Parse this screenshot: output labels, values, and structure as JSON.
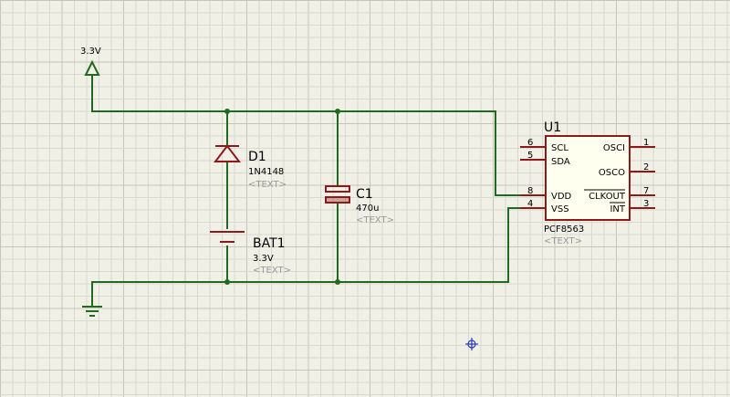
{
  "colors": {
    "background": "#f0f0e6",
    "grid_minor": "#d9d9cf",
    "grid_major": "#c4c4b8",
    "wire": "#1f6a1f",
    "component": "#8b1a1a",
    "chip_body": "#fffff0",
    "cursor": "#2a3ab8"
  },
  "power": {
    "label": "3.3V"
  },
  "ground": {
    "icon": "ground-icon"
  },
  "diode": {
    "ref": "D1",
    "value": "1N4148",
    "text": "<TEXT>"
  },
  "battery": {
    "ref": "BAT1",
    "value": "3.3V",
    "text": "<TEXT>"
  },
  "capacitor": {
    "ref": "C1",
    "value": "470u",
    "text": "<TEXT>"
  },
  "chip": {
    "ref": "U1",
    "value": "PCF8563",
    "text": "<TEXT>",
    "pins": {
      "scl": {
        "name": "SCL",
        "num": "6"
      },
      "sda": {
        "name": "SDA",
        "num": "5"
      },
      "vdd": {
        "name": "VDD",
        "num": "8"
      },
      "vss": {
        "name": "VSS",
        "num": "4"
      },
      "osci": {
        "name": "OSCI",
        "num": "1"
      },
      "osco": {
        "name": "OSCO",
        "num": "2"
      },
      "clkout": {
        "name": "CLKOUT",
        "num": "7"
      },
      "int": {
        "name": "INT",
        "num": "3"
      }
    }
  }
}
